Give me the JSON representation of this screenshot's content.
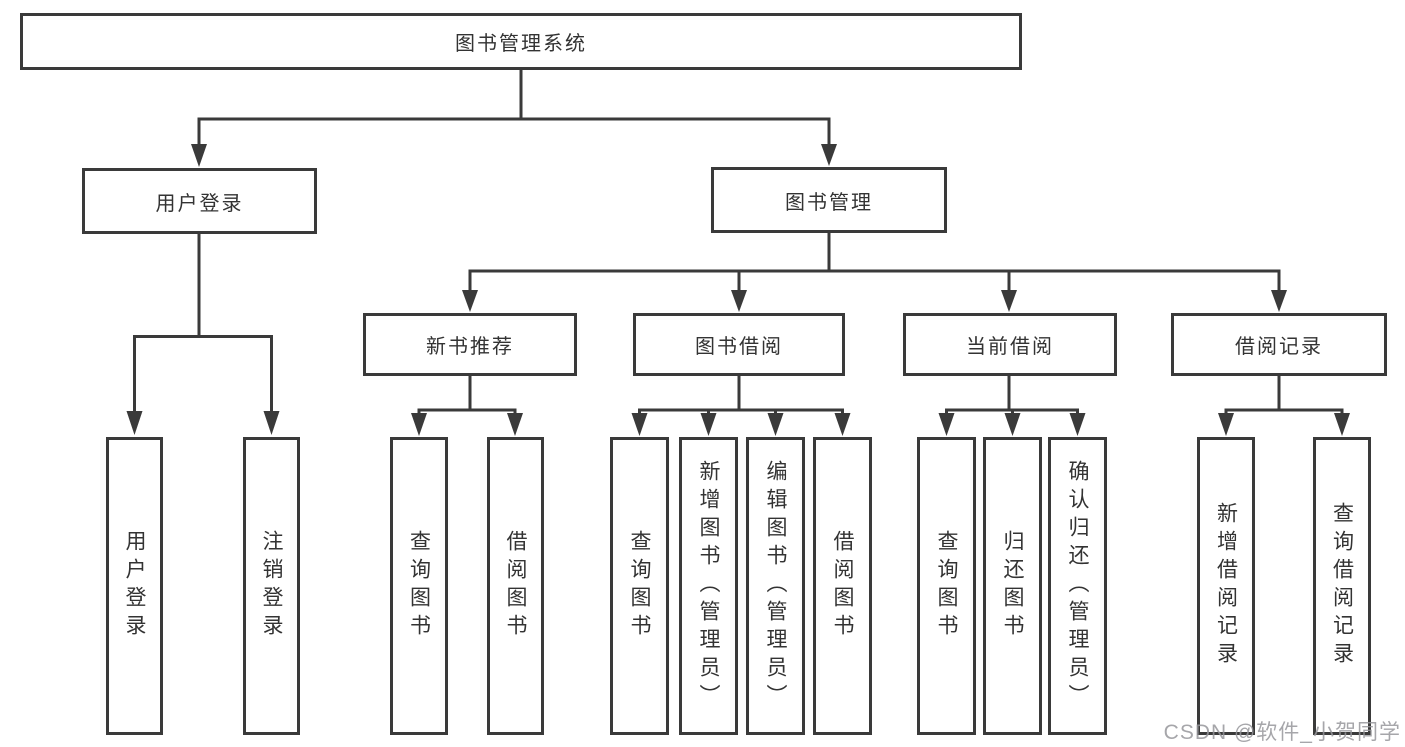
{
  "tree": {
    "root": {
      "label": "图书管理系统"
    },
    "branches": [
      {
        "label": "用户登录",
        "children": [
          {
            "label": "用户登录"
          },
          {
            "label": "注销登录"
          }
        ]
      },
      {
        "label": "图书管理",
        "children": [
          {
            "label": "新书推荐",
            "children": [
              {
                "label": "查询图书"
              },
              {
                "label": "借阅图书"
              }
            ]
          },
          {
            "label": "图书借阅",
            "children": [
              {
                "label": "查询图书"
              },
              {
                "label": "新增图书（管理员）"
              },
              {
                "label": "编辑图书（管理员）"
              },
              {
                "label": "借阅图书"
              }
            ]
          },
          {
            "label": "当前借阅",
            "children": [
              {
                "label": "查询图书"
              },
              {
                "label": "归还图书"
              },
              {
                "label": "确认归还（管理员）"
              }
            ]
          },
          {
            "label": "借阅记录",
            "children": [
              {
                "label": "新增借阅记录"
              },
              {
                "label": "查询借阅记录"
              }
            ]
          }
        ]
      }
    ]
  },
  "watermark": "CSDN @软件_小贺同学",
  "colors": {
    "line": "#3a3a3a",
    "text": "#333333",
    "watermark": "#96969b",
    "background": "#ffffff"
  }
}
